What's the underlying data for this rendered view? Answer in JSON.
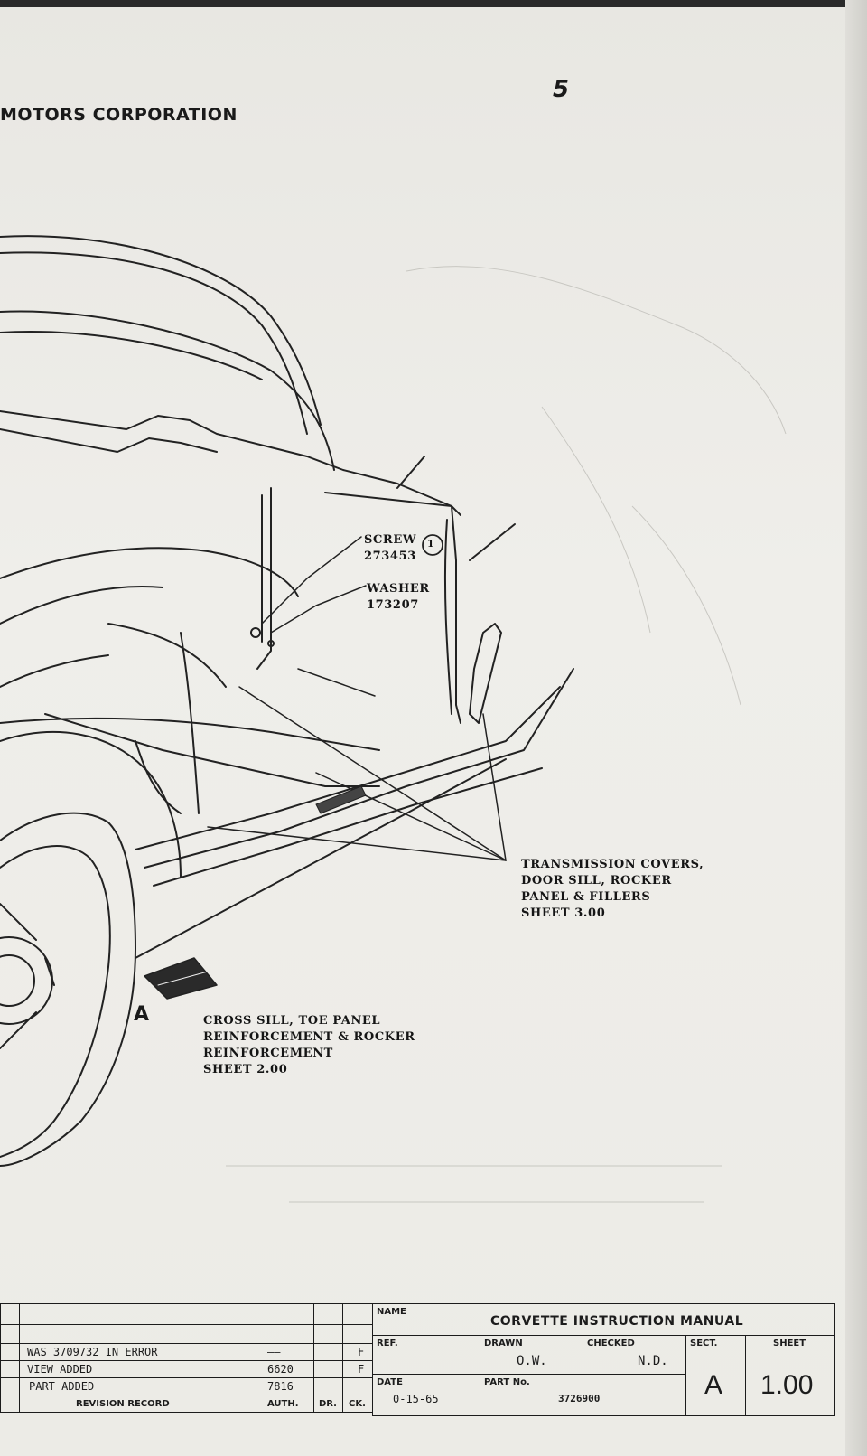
{
  "header": {
    "corporation": "MOTORS CORPORATION",
    "page_number": "5"
  },
  "callouts": {
    "screw": {
      "name": "SCREW",
      "number": "273453",
      "marker": "1"
    },
    "washer": {
      "name": "WASHER",
      "number": "173207"
    },
    "transmission": {
      "line1": "TRANSMISSION COVERS,",
      "line2": "DOOR SILL, ROCKER",
      "line3": "PANEL & FILLERS",
      "line4": "SHEET 3.00"
    },
    "view_letter": "A",
    "cross_sill": {
      "line1": "CROSS SILL, TOE PANEL",
      "line2": "REINFORCEMENT & ROCKER",
      "line3": "REINFORCEMENT",
      "line4": "SHEET 2.00"
    }
  },
  "title_block": {
    "revisions": [
      {
        "text": "WAS 3709732 IN ERROR",
        "auth": "——",
        "letter": "F"
      },
      {
        "text": "VIEW ADDED",
        "auth": "6620",
        "letter": "F"
      },
      {
        "text": "PART ADDED",
        "auth": "7816",
        "letter": ""
      }
    ],
    "revision_record_label": "REVISION RECORD",
    "auth_label": "AUTH.",
    "dr_label": "DR.",
    "ck_label": "CK.",
    "name_label": "NAME",
    "manual_title": "CORVETTE INSTRUCTION MANUAL",
    "ref_label": "REF.",
    "drawn_label": "DRAWN",
    "drawn_value": "O.W.",
    "checked_label": "CHECKED",
    "checked_value": "N.D.",
    "sect_label": "SECT.",
    "sect_value": "A",
    "sheet_label": "SHEET",
    "sheet_value": "1.00",
    "date_label": "DATE",
    "date_value": "0-15-65",
    "part_label": "PART No.",
    "part_value": "3726900"
  }
}
